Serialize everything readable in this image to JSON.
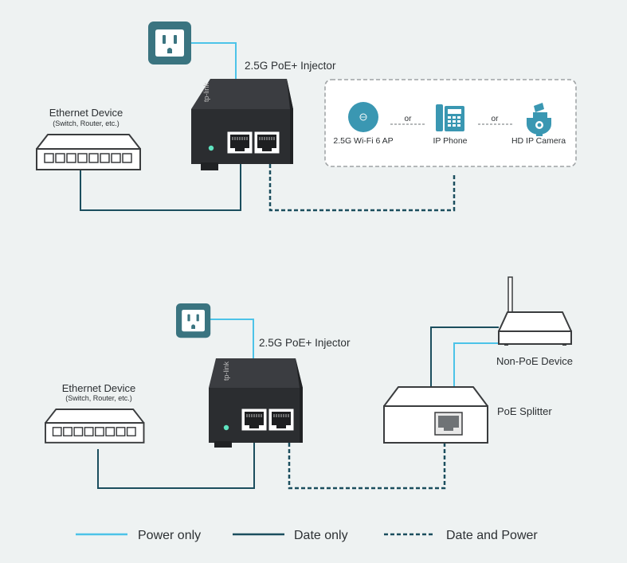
{
  "top": {
    "injector_label": "2.5G PoE+ Injector",
    "ethernet_title": "Ethernet Device",
    "ethernet_sub": "(Switch, Router, etc.)",
    "devices": [
      {
        "label": "2.5G Wi-Fi 6 AP",
        "icon": "wifi-ap-icon"
      },
      {
        "label": "IP Phone",
        "icon": "ip-phone-icon"
      },
      {
        "label": "HD IP Camera",
        "icon": "ip-camera-icon"
      }
    ],
    "or_1": "or",
    "or_2": "or"
  },
  "bottom": {
    "injector_label": "2.5G PoE+ Injector",
    "ethernet_title": "Ethernet Device",
    "ethernet_sub": "(Switch, Router, etc.)",
    "nonpoe_label": "Non-PoE Device",
    "splitter_label": "PoE Splitter"
  },
  "injector_logo": "tp-link",
  "legend": [
    {
      "label": "Power only",
      "color": "#4cc3e8",
      "style": "solid"
    },
    {
      "label": "Date only",
      "color": "#1b4e5e",
      "style": "solid"
    },
    {
      "label": "Date and Power",
      "color": "#1b4e5e",
      "style": "dashed"
    }
  ],
  "colors": {
    "power": "#4cc3e8",
    "data": "#1b4e5e",
    "outlet_bg": "#3a7480",
    "injector_body": "#2b2d30",
    "device_fill": "#ffffff",
    "led": "#5fe3c0"
  }
}
